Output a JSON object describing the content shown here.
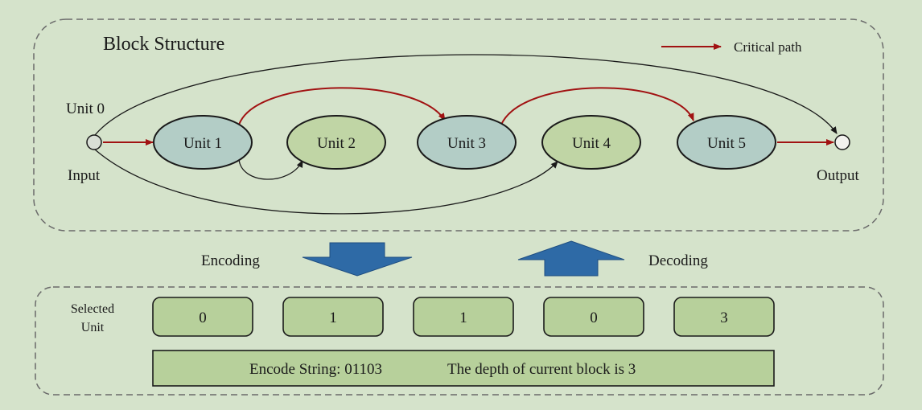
{
  "colors": {
    "background": "#d5e3cb",
    "critical_path": "#a11212",
    "normal_path": "#1a1a1a",
    "unit_teal": "#b3cdc6",
    "unit_green": "#c0d5a5",
    "code_box": "#b7d09b",
    "big_arrow": "#2e6aa6"
  },
  "structure": {
    "title": "Block Structure",
    "legend_label": "Critical path",
    "unit0_label": "Unit 0",
    "input_label": "Input",
    "output_label": "Output",
    "units": [
      "Unit 1",
      "Unit 2",
      "Unit 3",
      "Unit 4",
      "Unit 5"
    ]
  },
  "transition": {
    "encoding_label": "Encoding",
    "decoding_label": "Decoding"
  },
  "encoding": {
    "selected_label_line1": "Selected",
    "selected_label_line2": "Unit",
    "values": [
      "0",
      "1",
      "1",
      "0",
      "3"
    ],
    "encode_string": "Encode String: 01103",
    "depth_text": "The depth of current block is 3"
  }
}
